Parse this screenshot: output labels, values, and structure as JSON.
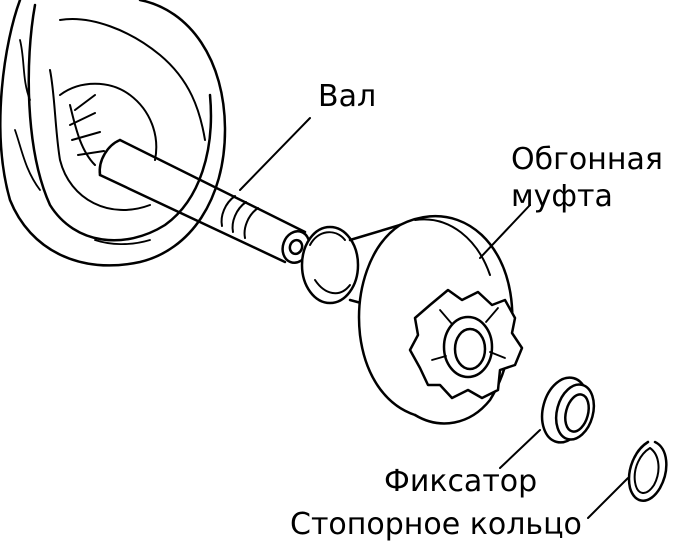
{
  "labels": {
    "shaft": "Вал",
    "overrunning_clutch_line1": "Обгонная",
    "overrunning_clutch_line2": "муфта",
    "retainer": "Фиксатор",
    "snap_ring": "Стопорное кольцо"
  },
  "colors": {
    "ink": "#000000",
    "paper": "#ffffff"
  }
}
